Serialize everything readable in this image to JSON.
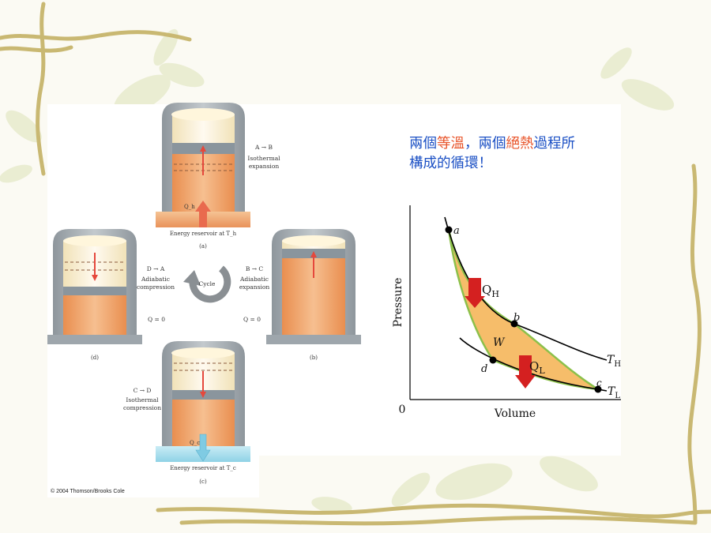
{
  "caption": {
    "part1": "兩個",
    "highlight1": "等溫",
    "part2": "，兩個",
    "highlight2": "絕熱",
    "part3": "過程所",
    "line2": "構成的循環！",
    "color_text": "#1a4fc4",
    "color_highlight": "#e8542a"
  },
  "carnot_figure": {
    "cycle_label": "Cycle",
    "panel_a": {
      "process": "A → B",
      "name_line1": "Isothermal",
      "name_line2": "expansion",
      "heat_label": "Q_h",
      "reservoir": "Energy reservoir at T_h",
      "letter": "(a)"
    },
    "panel_b": {
      "process": "B → C",
      "name_line1": "Adiabatic",
      "name_line2": "expansion",
      "heat": "Q = 0",
      "letter": "(b)"
    },
    "panel_c": {
      "process": "C → D",
      "name_line1": "Isothermal",
      "name_line2": "compression",
      "heat_label": "Q_c",
      "reservoir": "Energy reservoir at T_c",
      "letter": "(c)"
    },
    "panel_d": {
      "process": "D → A",
      "name_line1": "Adiabatic",
      "name_line2": "compression",
      "heat": "Q = 0",
      "letter": "(d)"
    },
    "copyright": "© 2004 Thomson/Brooks Cole",
    "colors": {
      "hot_reservoir": "#f0b07a",
      "cold_reservoir": "#a9dcec",
      "gas": "#f1a46e",
      "arrow": "#e5483c"
    }
  },
  "pv_diagram": {
    "ylabel": "Pressure",
    "xlabel": "Volume",
    "origin": "0",
    "points": [
      "a",
      "b",
      "c",
      "d"
    ],
    "work": "W",
    "heat_in_main": "Q",
    "heat_in_sub": "H",
    "heat_out_main": "Q",
    "heat_out_sub": "L",
    "isotherm_hot_main": "T",
    "isotherm_hot_sub": "H",
    "isotherm_cold_main": "T",
    "isotherm_cold_sub": "L",
    "colors": {
      "cycle_fill": "#f6bd6a",
      "cycle_edge": "#8cc04a",
      "heat_arrow": "#d42020"
    }
  }
}
